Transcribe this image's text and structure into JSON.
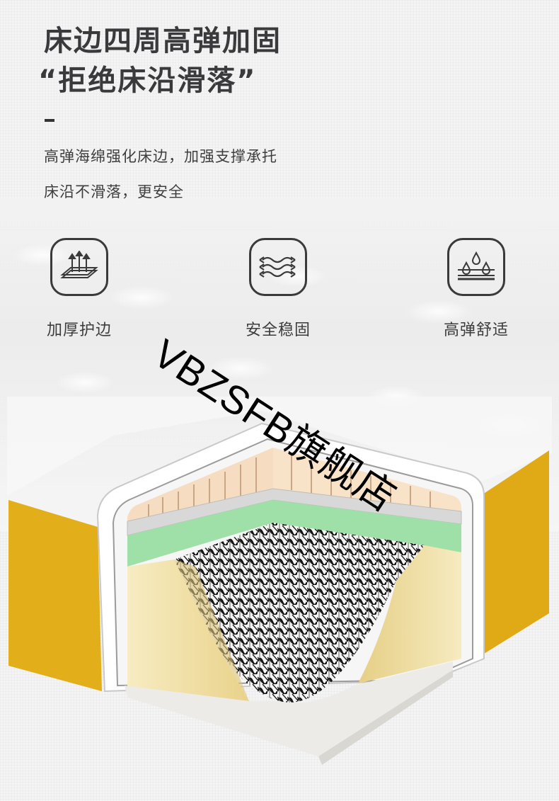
{
  "headline": {
    "line1": "床边四周高弹加固",
    "line2": "“拒绝床沿滑落”"
  },
  "description": {
    "line1": "高弹海绵强化床边，加强支撑承托",
    "line2": "床沿不滑落，更安全"
  },
  "features": [
    {
      "label": "加厚护边",
      "icon": "thickened-layers-arrows-icon"
    },
    {
      "label": "安全稳固",
      "icon": "wave-arrows-icon"
    },
    {
      "label": "高弹舒适",
      "icon": "droplets-layers-icon"
    }
  ],
  "watermark": "VBZSFB旗舰店",
  "colors": {
    "heading": "#3a3a3c",
    "body_text": "#3e3e3e",
    "fabric_yellow": "#e2ae1a",
    "foam_green": "#9fe0a8",
    "support_peach": "#f6dcc0",
    "wedge_yellow": "#f3e2a4",
    "base_white": "#ecebe7"
  }
}
